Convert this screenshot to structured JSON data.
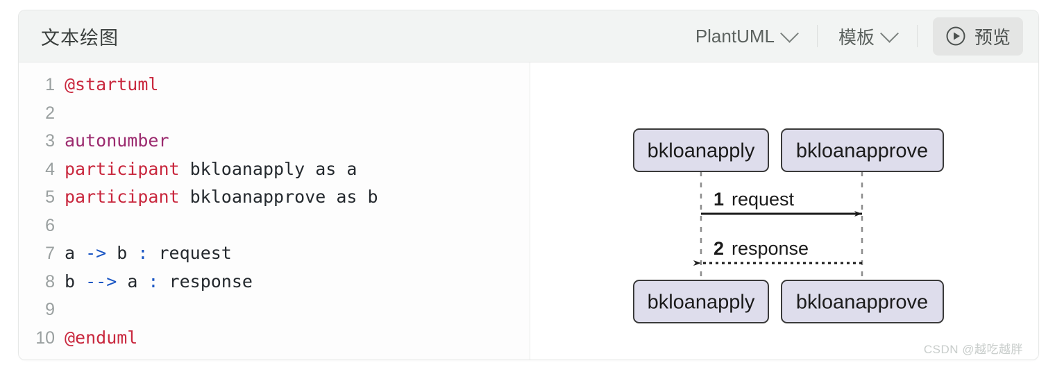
{
  "header": {
    "title": "文本绘图",
    "engine_select": {
      "label": "PlantUML",
      "icon": "chevron-down-icon"
    },
    "template_select": {
      "label": "模板",
      "icon": "chevron-down-icon"
    },
    "preview_button": {
      "label": "预览",
      "icon": "play-circle-icon"
    }
  },
  "editor": {
    "language": "PlantUML",
    "lines": [
      {
        "num": "1",
        "tokens": [
          {
            "t": "@startuml",
            "c": "tok-key"
          }
        ]
      },
      {
        "num": "2",
        "tokens": []
      },
      {
        "num": "3",
        "tokens": [
          {
            "t": "autonumber",
            "c": "tok-kw2"
          }
        ]
      },
      {
        "num": "4",
        "tokens": [
          {
            "t": "participant",
            "c": "tok-key"
          },
          {
            "t": " bkloanapply as a",
            "c": ""
          }
        ]
      },
      {
        "num": "5",
        "tokens": [
          {
            "t": "participant",
            "c": "tok-key"
          },
          {
            "t": " bkloanapprove as b",
            "c": ""
          }
        ]
      },
      {
        "num": "6",
        "tokens": []
      },
      {
        "num": "7",
        "tokens": [
          {
            "t": "a ",
            "c": ""
          },
          {
            "t": "->",
            "c": "tok-arrow"
          },
          {
            "t": " b ",
            "c": ""
          },
          {
            "t": ":",
            "c": "tok-arrow"
          },
          {
            "t": " request",
            "c": ""
          }
        ]
      },
      {
        "num": "8",
        "tokens": [
          {
            "t": "b ",
            "c": ""
          },
          {
            "t": "-->",
            "c": "tok-arrow"
          },
          {
            "t": " a ",
            "c": ""
          },
          {
            "t": ":",
            "c": "tok-arrow"
          },
          {
            "t": " response",
            "c": ""
          }
        ]
      },
      {
        "num": "9",
        "tokens": []
      },
      {
        "num": "10",
        "tokens": [
          {
            "t": "@enduml",
            "c": "tok-key"
          }
        ]
      }
    ],
    "plain_text": "@startuml\n\nautonumber\nparticipant bkloanapply as a\nparticipant bkloanapprove as b\n\na -> b : request\nb --> a : response\n\n@enduml"
  },
  "diagram": {
    "type": "sequence",
    "participants": [
      {
        "id": "a",
        "label": "bkloanapply"
      },
      {
        "id": "b",
        "label": "bkloanapprove"
      }
    ],
    "messages": [
      {
        "number": "1",
        "label": "request",
        "from": "a",
        "to": "b",
        "style": "solid",
        "direction": "right"
      },
      {
        "number": "2",
        "label": "response",
        "from": "b",
        "to": "a",
        "style": "dotted",
        "direction": "left"
      }
    ],
    "colors": {
      "participant_fill": "#DEDDEC",
      "participant_border": "#3a3a3a",
      "lifeline": "#8c8c8c",
      "arrow": "#1a1a1a"
    }
  },
  "watermark": {
    "text": "CSDN @越吃越胖"
  }
}
